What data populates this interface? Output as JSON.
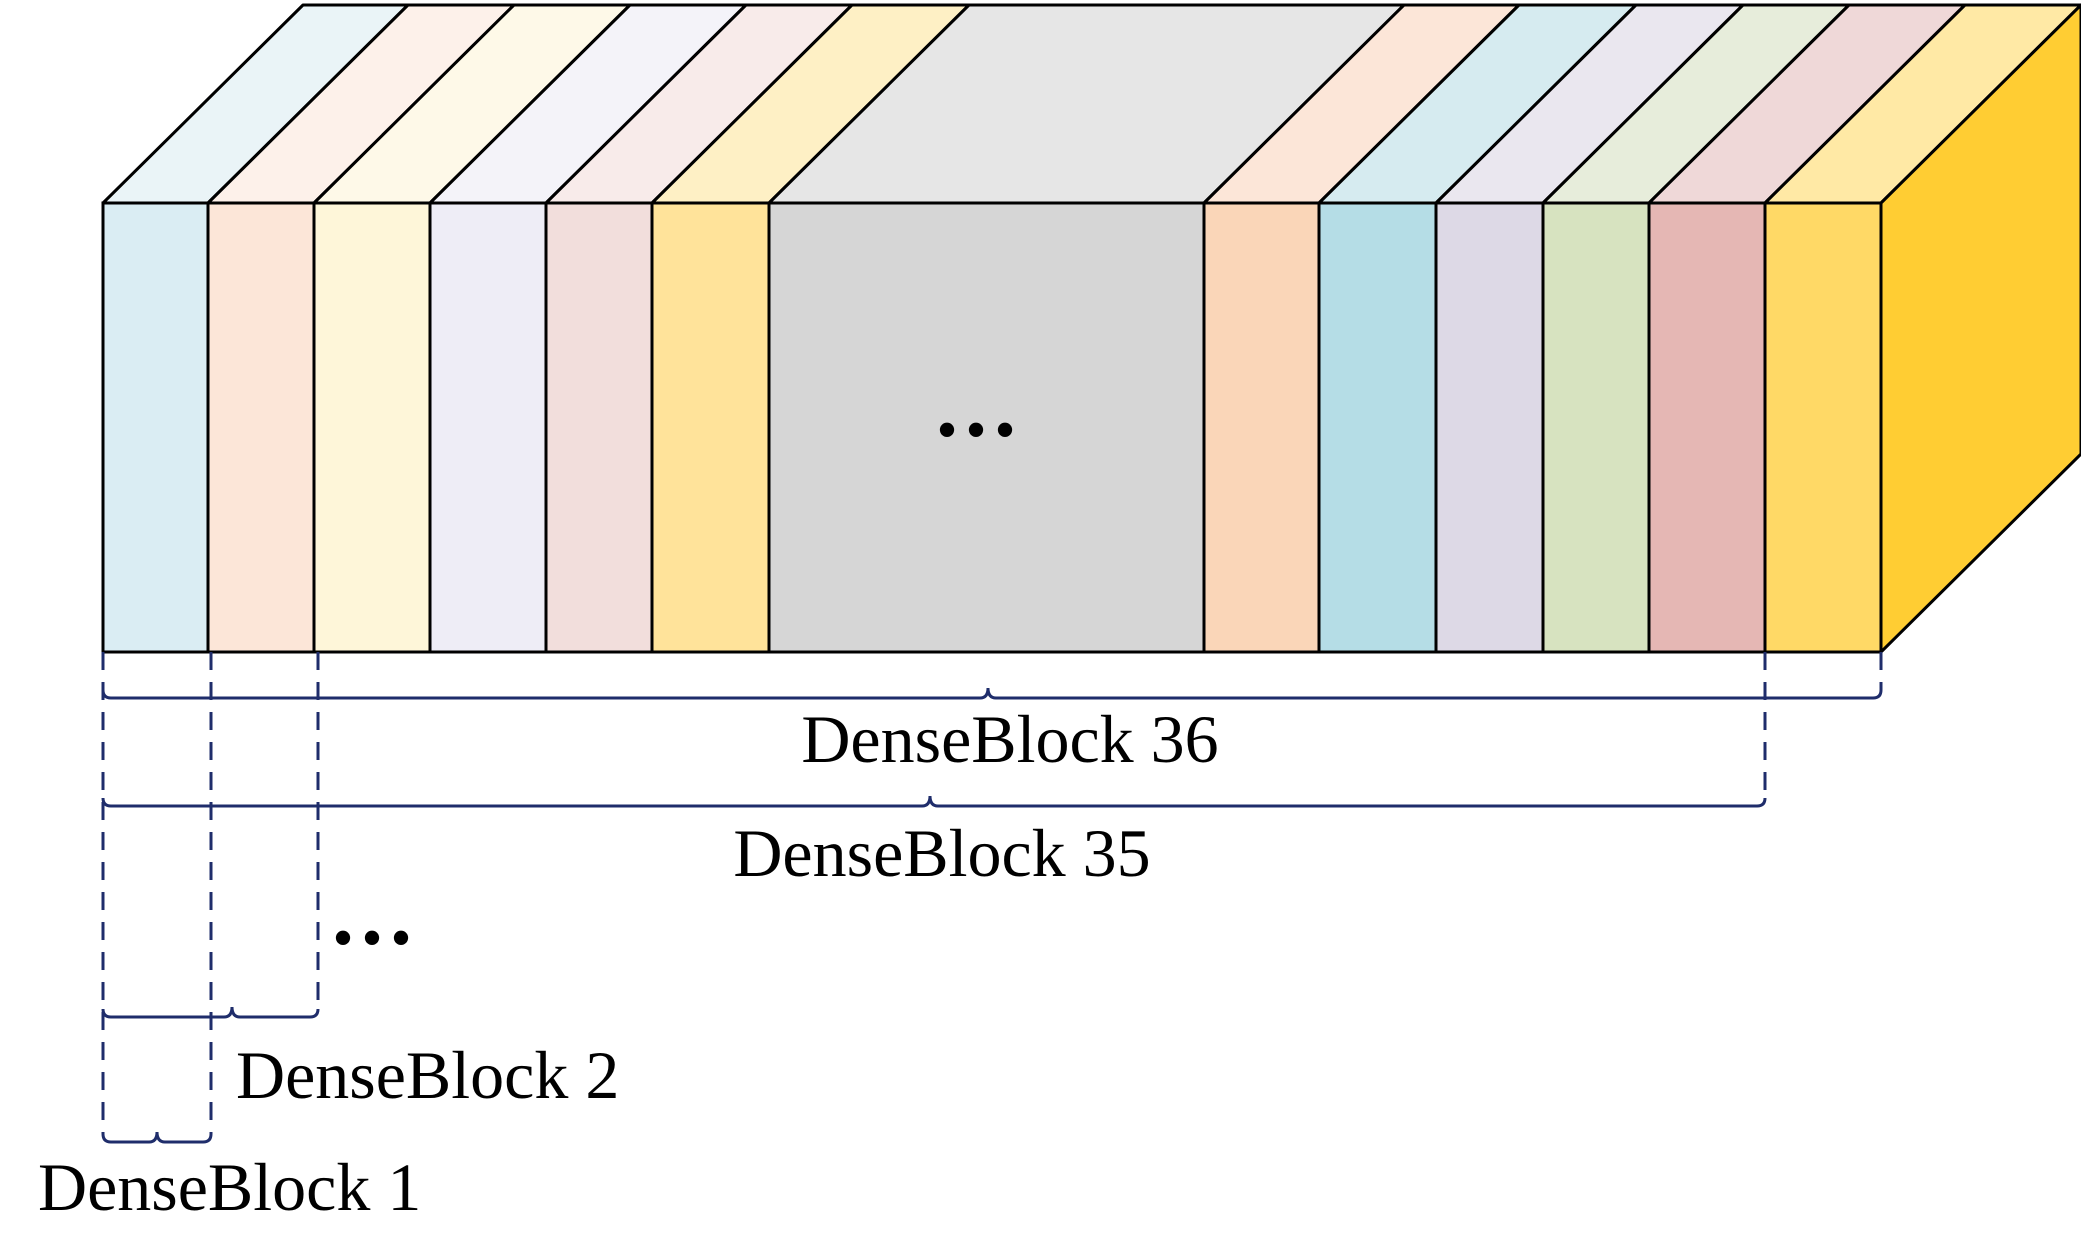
{
  "diagram": {
    "slices": [
      {
        "front": "#DAEDF3",
        "top": "#EAF4F7"
      },
      {
        "front": "#FCE6D8",
        "top": "#FDF1EA"
      },
      {
        "front": "#FEF6D9",
        "top": "#FEF9E8"
      },
      {
        "front": "#EEEDF6",
        "top": "#F4F3F9"
      },
      {
        "front": "#F2DEDC",
        "top": "#F8EBEA"
      },
      {
        "front": "#FFE39A",
        "top": "#FEF0C5"
      },
      {
        "front": "#D6D6D6",
        "top": "#E6E6E6"
      },
      {
        "front": "#FAD6B8",
        "top": "#FCE6D8"
      },
      {
        "front": "#B5DDE6",
        "top": "#D6EBF0"
      },
      {
        "front": "#DDD9E6",
        "top": "#EAE7EF"
      },
      {
        "front": "#D7E3C0",
        "top": "#E7EDDB"
      },
      {
        "front": "#E5B7B4",
        "top": "#EFD8D8"
      },
      {
        "front": "#FFD966",
        "top": "#FFE9A5"
      }
    ],
    "side_color": "#FFCD33",
    "outline_color": "#000000",
    "bracket_color": "#1F2D6B",
    "middle_ellipsis": "•••",
    "lower_ellipsis": "•••",
    "labels": {
      "block_36": "DenseBlock 36",
      "block_35": "DenseBlock 35",
      "block_2": "DenseBlock 2",
      "block_1": "DenseBlock 1"
    }
  }
}
